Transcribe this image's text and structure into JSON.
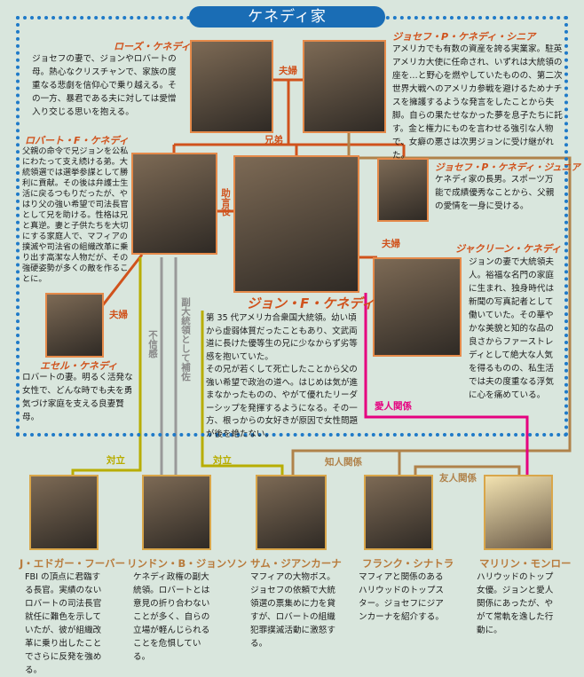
{
  "title": "ケネディ家",
  "colors": {
    "frame": "#1f7ac8",
    "title_bg": "#1a6db5",
    "family": "#d0521c",
    "conflict": "#b8ad00",
    "support": "#999999",
    "acquaintance": "#b0824a",
    "lover": "#e5007f",
    "background": "#d9e6dd"
  },
  "people": {
    "rose": {
      "name": "ローズ・ケネディ",
      "desc": "ジョセフの妻で、ジョンやロバートの母。熱心なクリスチャンで、家族の度重なる悲劇を信仰心で乗り越える。その一方、暴君である夫に対しては愛憎入り交じる思いを抱える。"
    },
    "joseph_sr": {
      "name": "ジョセフ・P・ケネディ・シニア",
      "desc": "アメリカでも有数の資産を誇る実業家。駐英アメリカ大使に任命され、いずれは大統領の座を…と野心を燃やしていたものの、第二次世界大戦へのアメリカ参戦を避けるためナチスを擁護するような発言をしたことから失脚。自らの果たせなかった夢を息子たちに託す。金と権力にものを言わせる強引な人物で、女癖の悪さは次男ジョンに受け継がれた。"
    },
    "robert": {
      "name": "ロバート・F・ケネディ",
      "desc": "父親の命令で兄ジョンを公私にわたって支え続ける弟。大統領選では選挙参謀として勝利に貢献。その後は弁護士生活に戻るつもりだったが、やはり父の強い希望で司法長官として兄を助ける。性格は兄と真逆。妻と子供たちを大切にする家庭人で、マフィアの撲滅や司法省の組織改革に乗り出す高潔な人物だが、その強硬姿勢が多くの敵を作ることに。"
    },
    "john": {
      "name": "ジョン・F・ケネディ",
      "desc1": "第 35 代アメリカ合衆国大統領。幼い頃から虚弱体質だったこともあり、文武両道に長けた優等生の兄に少なからず劣等感を抱いていた。",
      "desc2": "その兄が若くして死亡したことから父の強い希望で政治の道へ。はじめは気が進まなかったものの、やがて優れたリーダーシップを発揮するようになる。その一方、根っからの女好きが原因で女性問題が後を絶たない。"
    },
    "joseph_jr": {
      "name": "ジョセフ・P・ケネディ・ジュニア",
      "desc": "ケネディ家の長男。スポーツ万能で成績優秀なことから、父親の愛情を一身に受ける。"
    },
    "jacqueline": {
      "name": "ジャクリーン・ケネディ",
      "desc": "ジョンの妻で大統領夫人。裕福な名門の家庭に生まれ、独身時代は新聞の写真記者として働いていた。その華やかな美貌と知的な品の良さからファーストレディとして絶大な人気を得るものの、私生活では夫の度重なる浮気に心を痛めている。"
    },
    "ethel": {
      "name": "エセル・ケネディ",
      "desc": "ロバートの妻。明るく活発な女性で、どんな時でも夫を勇気づけ家庭を支える良妻賢母。"
    },
    "hoover": {
      "name": "J・エドガー・フーバー",
      "desc": "FBI の頂点に君臨する長官。実績のないロバートの司法長官就任に難色を示していたが、彼が組織改革に乗り出したことでさらに反発を強める。"
    },
    "johnson": {
      "name": "リンドン・B・ジョンソン",
      "desc": "ケネディ政権の副大統領。ロバートとは意見の折り合わないことが多く、自らの立場が軽んじられることを危惧している。"
    },
    "giancana": {
      "name": "サム・ジアンカーナ",
      "desc": "マフィアの大物ボス。ジョセフの依頼で大統領選の票集めに力を貸すが、ロバートの組織犯罪撲滅活動に激怒する。"
    },
    "sinatra": {
      "name": "フランク・シナトラ",
      "desc": "マフィアと関係のあるハリウッドのトップスター。ジョセフにジアンカーナを紹介する。"
    },
    "monroe": {
      "name": "マリリン・モンロー",
      "desc": "ハリウッドのトップ女優。ジョンと愛人関係にあったが、やがて常軌を逸した行動に。"
    }
  },
  "relations": {
    "couple": "夫婦",
    "siblings": "兄弟",
    "advisor": "助言役",
    "distrust": "不信感",
    "vp_support": "副大統領として補佐",
    "conflict": "対立",
    "acquaintance": "知人関係",
    "friend": "友人関係",
    "lover": "愛人関係"
  }
}
